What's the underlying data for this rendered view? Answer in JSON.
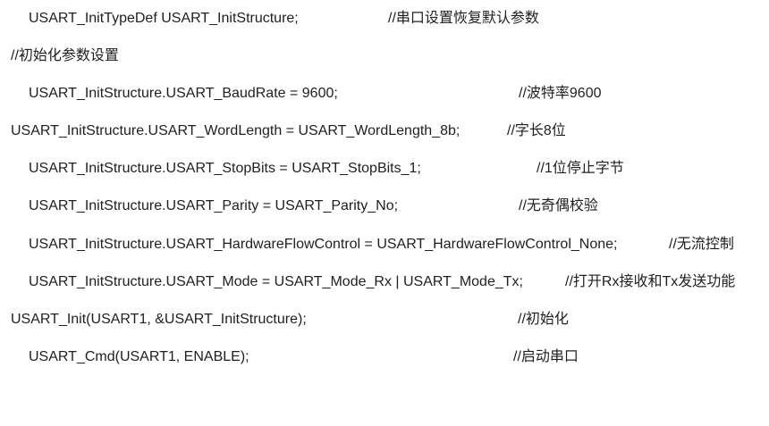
{
  "lines": [
    {
      "code": "USART_InitTypeDef USART_InitStructure;",
      "comment": "//串口设置恢复默认参数"
    },
    {
      "code": "//初始化参数设置",
      "comment": ""
    },
    {
      "code": "USART_InitStructure.USART_BaudRate = 9600;",
      "comment": "//波特率9600"
    },
    {
      "code": "USART_InitStructure.USART_WordLength = USART_WordLength_8b;",
      "comment": "//字长8位"
    },
    {
      "code": "USART_InitStructure.USART_StopBits = USART_StopBits_1;",
      "comment": "//1位停止字节"
    },
    {
      "code": "USART_InitStructure.USART_Parity = USART_Parity_No;",
      "comment": "//无奇偶校验"
    },
    {
      "code": "USART_InitStructure.USART_HardwareFlowControl = USART_HardwareFlowControl_None;",
      "comment": "//无流控制"
    },
    {
      "code": "USART_InitStructure.USART_Mode = USART_Mode_Rx | USART_Mode_Tx;",
      "comment": "//打开Rx接收和Tx发送功能"
    },
    {
      "code": "USART_Init(USART1, &USART_InitStructure);",
      "comment": "//初始化"
    },
    {
      "code": "USART_Cmd(USART1, ENABLE);",
      "comment": "//启动串口"
    }
  ]
}
